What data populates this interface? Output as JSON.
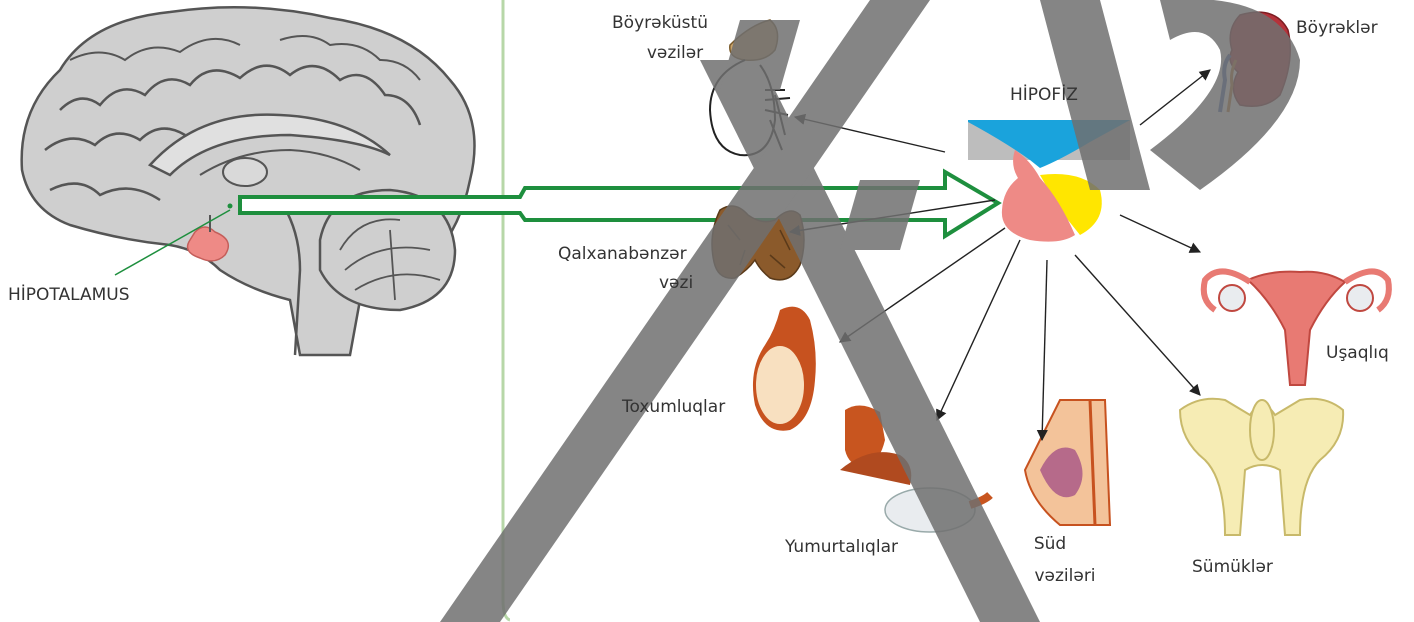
{
  "labels": {
    "hypothalamus": "HİPOTALAMUS",
    "pituitary": "HİPOFİZ",
    "adrenal_line1": "Böyrəküstü",
    "adrenal_line2": "vəzilər",
    "kidneys": "Böyrəklər",
    "thyroid_line1": "Qalxanabənzər",
    "thyroid_line2": "vəzi",
    "uterus": "Uşaqlıq",
    "testes": "Toxumluqlar",
    "ovaries": "Yumurtalıqlar",
    "mammary_line1": "Süd",
    "mammary_line2": "vəziləri",
    "bones": "Sümüklər"
  },
  "colors": {
    "arrow_green": "#1e8f3e",
    "divider_green": "#b7d7a8",
    "brain_fill": "#cfcfcf",
    "pituitary_pink": "#ee8a86",
    "pituitary_yellow": "#ffe600",
    "pituitary_blue": "#1aa3dc",
    "watermark": "#6e6e6e"
  },
  "icons": [
    "brain",
    "adrenal-gland",
    "kidney",
    "thyroid",
    "uterus",
    "testis",
    "ovary",
    "mammary-gland",
    "pelvis-bone",
    "pituitary-gland"
  ]
}
